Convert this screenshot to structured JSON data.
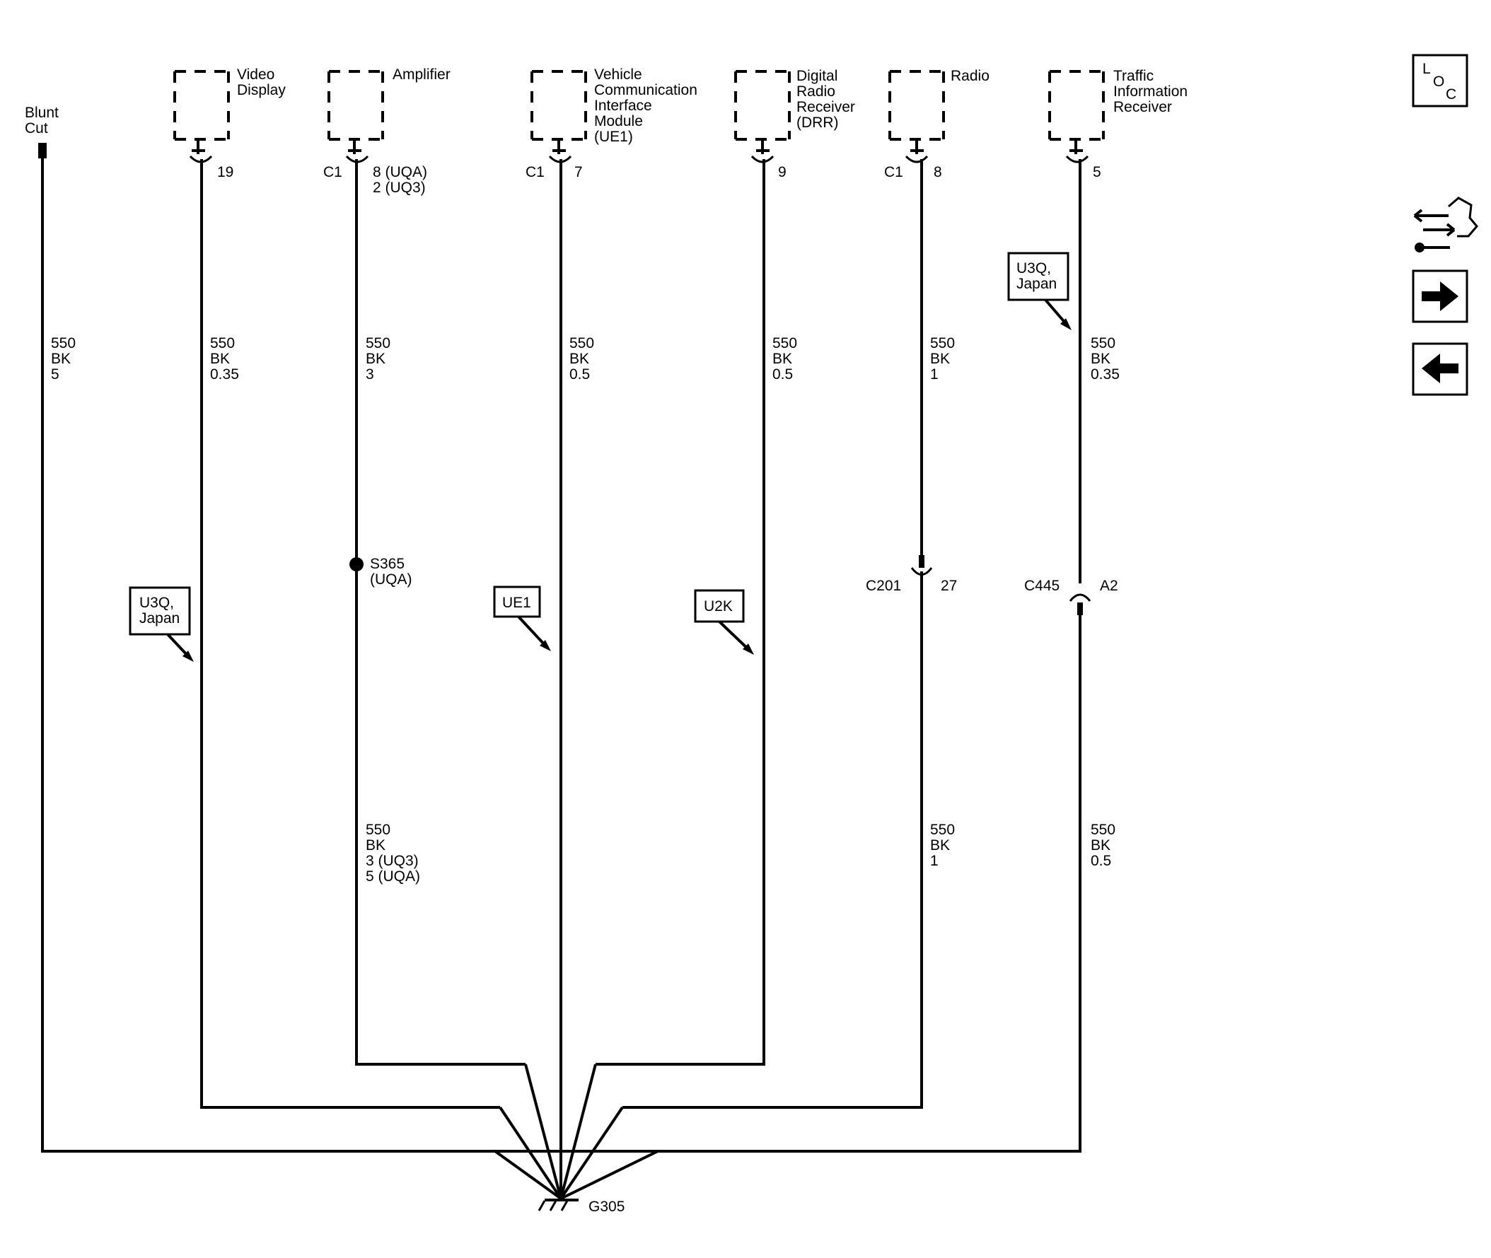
{
  "blunt_cut": {
    "label_line1": "Blunt",
    "label_line2": "Cut"
  },
  "components": [
    {
      "id": "video-display",
      "name_lines": [
        "Video",
        "Display"
      ],
      "connector": "",
      "pin_lines": [
        "19"
      ]
    },
    {
      "id": "amplifier",
      "name_lines": [
        "Amplifier"
      ],
      "connector": "C1",
      "pin_lines": [
        "8 (UQA)",
        "2 (UQ3)"
      ]
    },
    {
      "id": "vcim",
      "name_lines": [
        "Vehicle",
        "Communication",
        "Interface",
        "Module",
        "(UE1)"
      ],
      "connector": "C1",
      "pin_lines": [
        "7"
      ]
    },
    {
      "id": "drr",
      "name_lines": [
        "Digital",
        "Radio",
        "Receiver",
        "(DRR)"
      ],
      "connector": "",
      "pin_lines": [
        "9"
      ]
    },
    {
      "id": "radio",
      "name_lines": [
        "Radio"
      ],
      "connector": "C1",
      "pin_lines": [
        "8"
      ]
    },
    {
      "id": "tir",
      "name_lines": [
        "Traffic",
        "Information",
        "Receiver"
      ],
      "connector": "",
      "pin_lines": [
        "5"
      ]
    }
  ],
  "wire_labels": [
    {
      "id": "blunt-cut-wire",
      "lines": [
        "550",
        "BK",
        "5"
      ]
    },
    {
      "id": "video-display-wire",
      "lines": [
        "550",
        "BK",
        "0.35"
      ]
    },
    {
      "id": "amplifier-wire-upper",
      "lines": [
        "550",
        "BK",
        "3"
      ]
    },
    {
      "id": "vcim-wire",
      "lines": [
        "550",
        "BK",
        "0.5"
      ]
    },
    {
      "id": "drr-wire",
      "lines": [
        "550",
        "BK",
        "0.5"
      ]
    },
    {
      "id": "radio-wire-upper",
      "lines": [
        "550",
        "BK",
        "1"
      ]
    },
    {
      "id": "tir-wire-upper",
      "lines": [
        "550",
        "BK",
        "0.35"
      ]
    },
    {
      "id": "amplifier-wire-lower",
      "lines": [
        "550",
        "BK",
        "3 (UQ3)",
        "5 (UQA)"
      ]
    },
    {
      "id": "radio-wire-lower",
      "lines": [
        "550",
        "BK",
        "1"
      ]
    },
    {
      "id": "tir-wire-lower",
      "lines": [
        "550",
        "BK",
        "0.5"
      ]
    }
  ],
  "option_tags": [
    {
      "id": "tag-u3q-video",
      "lines": [
        "U3Q,",
        "Japan"
      ]
    },
    {
      "id": "tag-ue1",
      "lines": [
        "UE1"
      ]
    },
    {
      "id": "tag-u2k",
      "lines": [
        "U2K"
      ]
    },
    {
      "id": "tag-u3q-tir",
      "lines": [
        "U3Q,",
        "Japan"
      ]
    }
  ],
  "splice": {
    "name": "S365",
    "option": "(UQA)"
  },
  "inline_connectors": [
    {
      "id": "c201",
      "name": "C201",
      "pin": "27"
    },
    {
      "id": "c445",
      "name": "C445",
      "pin": "A2"
    }
  ],
  "ground": {
    "name": "G305"
  },
  "nav": {
    "loc_letters": [
      "L",
      "O",
      "C"
    ],
    "icons": [
      "connector-harness-icon",
      "next-page-arrow-icon",
      "previous-page-arrow-icon"
    ]
  }
}
